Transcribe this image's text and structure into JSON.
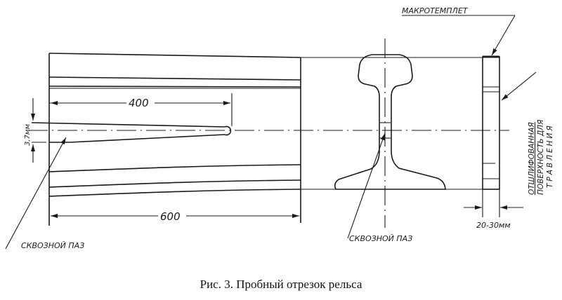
{
  "labels": {
    "dim_400": "400",
    "dim_600": "600",
    "dim_slot": "3,7мм",
    "slot_left": "СКВОЗНОЙ ПАЗ",
    "slot_center": "СКВОЗНОЙ ПАЗ",
    "macrotemplet": "МАКРОТЕМПЛЕТ",
    "polished_line1": "ОТШЛИФОВАННАЯ",
    "polished_line2": "ПОВЕРХНОСТЬ ДЛЯ",
    "polished_line3": "ТРАВЛЕНИЯ",
    "dim_thickness": "20-30мм"
  },
  "caption": "Рис. 3. Пробный отрезок рельса"
}
